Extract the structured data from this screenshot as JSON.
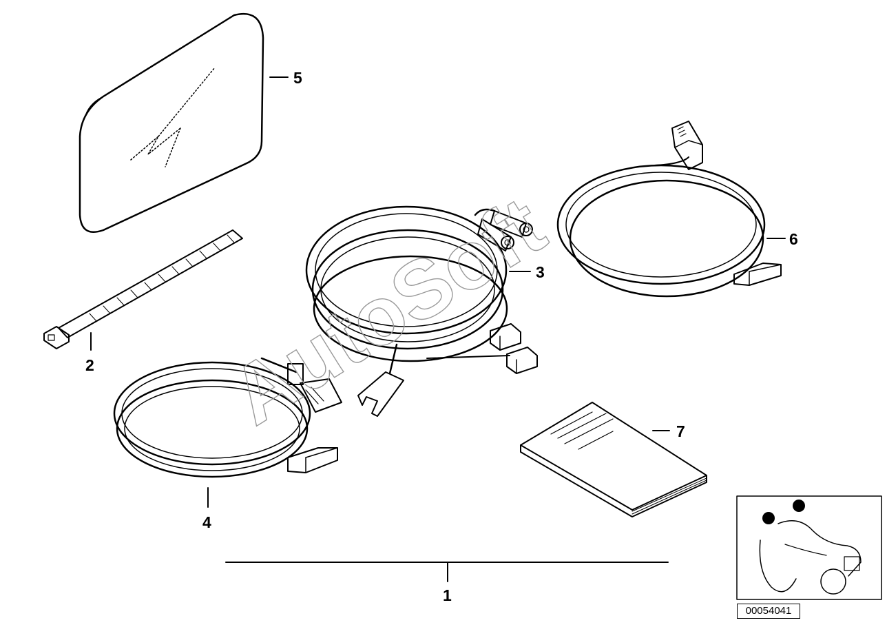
{
  "callouts": [
    "1",
    "2",
    "3",
    "4",
    "5",
    "6",
    "7"
  ],
  "watermark": "AutoSoft",
  "reference_number": "00054041",
  "colors": {
    "line": "#000000",
    "background": "#ffffff",
    "watermark": "#9a9a9a"
  }
}
